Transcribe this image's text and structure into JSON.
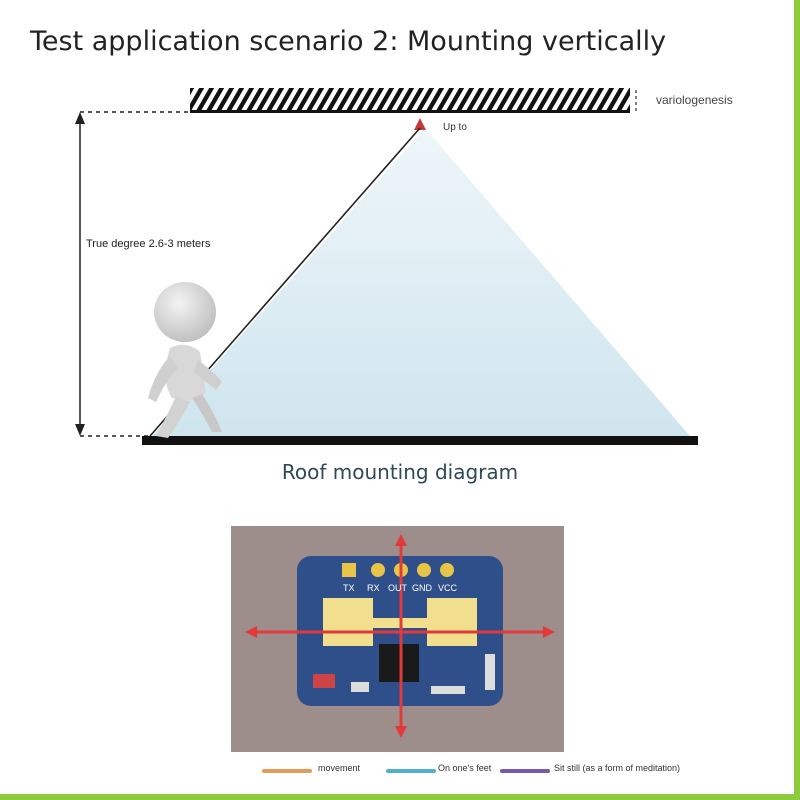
{
  "title": "Test application scenario 2: Mounting vertically",
  "diagram": {
    "ceiling_label": "variologenesis",
    "up_to_label": "Up to",
    "height_label": "True degree 2.6-3 meters",
    "caption": "Roof mounting diagram"
  },
  "module": {
    "pins": [
      "TX",
      "RX",
      "OUT",
      "GND",
      "VCC"
    ]
  },
  "legend": [
    {
      "label": "movement",
      "color": "#e59a55"
    },
    {
      "label": "On one's feet",
      "color": "#4fb0c8"
    },
    {
      "label": "Sit still (as a form of meditation)",
      "color": "#7a5aa8"
    }
  ],
  "colors": {
    "frame": "#8ccc3c",
    "cone": "#d6eaf1",
    "pcb": "#2f4f8a",
    "axis": "#e23a3a"
  }
}
